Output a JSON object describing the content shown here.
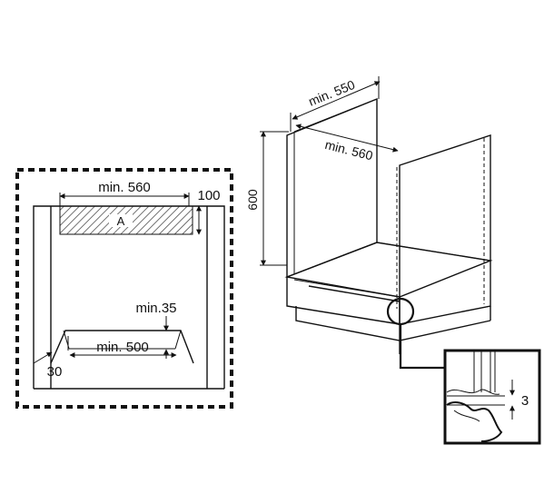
{
  "front_view": {
    "width_label": "min. 560",
    "height_label": "100",
    "panel_label": "A",
    "depth_label": "min.35",
    "bottom_label": "min. 500",
    "side_label": "30"
  },
  "cabinet_view": {
    "depth_label": "min. 550",
    "width_label": "min. 560",
    "height_label": "600"
  },
  "detail_view": {
    "gap_label": "3"
  }
}
